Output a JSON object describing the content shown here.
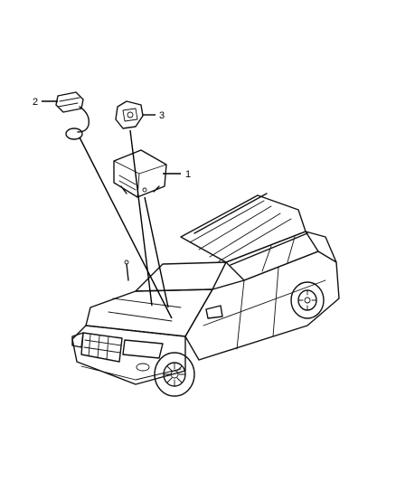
{
  "callouts": {
    "part_1": "1",
    "part_2": "2",
    "part_3": "3"
  }
}
